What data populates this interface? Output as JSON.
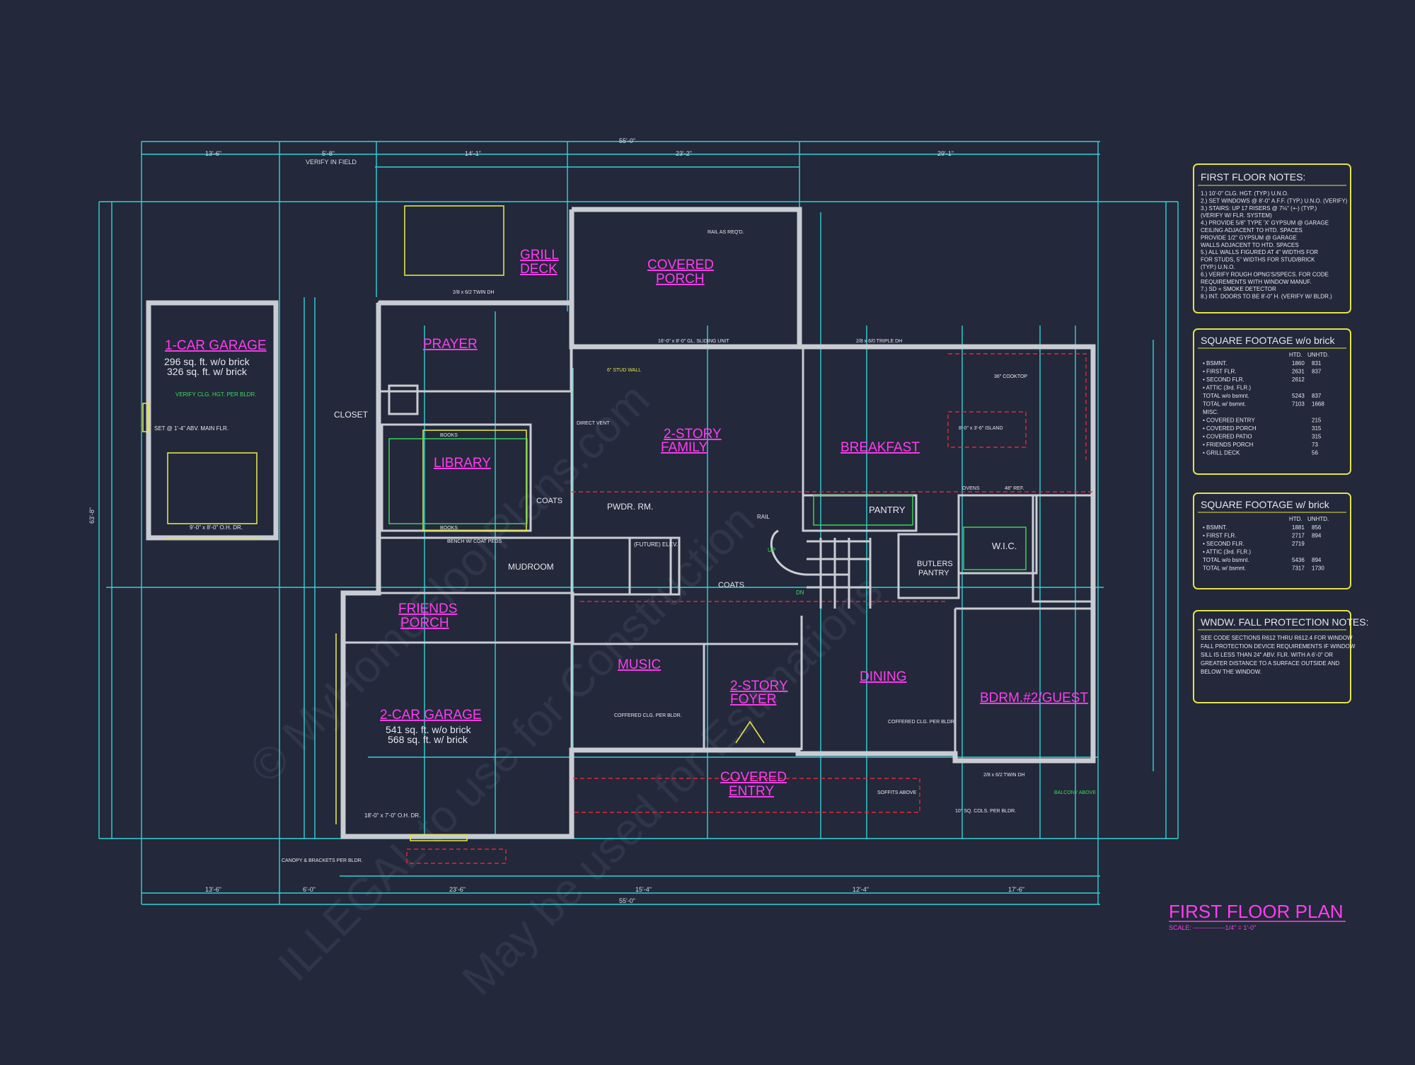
{
  "rooms": {
    "one_car_garage": "1-CAR GARAGE",
    "one_car_sqft_wo": "296 sq. ft. w/o brick",
    "one_car_sqft_w": "326 sq. ft. w/ brick",
    "prayer": "PRAYER",
    "library": "LIBRARY",
    "grill_deck_1": "GRILL",
    "grill_deck_2": "DECK",
    "covered_porch_1": "COVERED",
    "covered_porch_2": "PORCH",
    "family_1": "2-STORY",
    "family_2": "FAMILY",
    "breakfast": "BREAKFAST",
    "pantry": "PANTRY",
    "butlers_1": "BUTLERS",
    "butlers_2": "PANTRY",
    "wic": "W.I.C.",
    "pwdr": "PWDR. RM.",
    "mudroom": "MUDROOM",
    "friends_1": "FRIENDS",
    "friends_2": "PORCH",
    "two_car_garage": "2-CAR GARAGE",
    "two_car_sqft_wo": "541 sq. ft. w/o brick",
    "two_car_sqft_w": "568 sq. ft. w/ brick",
    "music": "MUSIC",
    "foyer_1": "2-STORY",
    "foyer_2": "FOYER",
    "dining": "DINING",
    "bdrm": "BDRM.#2/GUEST",
    "entry_1": "COVERED",
    "entry_2": "ENTRY"
  },
  "labels": {
    "closet": "CLOSET",
    "coats1": "COATS",
    "coats2": "COATS",
    "books1": "BOOKS",
    "books2": "BOOKS",
    "elev": "(FUTURE) ELEV.",
    "cooktop": "36\" COOKTOP",
    "island": "8'-0\" x 3'-6\" ISLAND",
    "ovens": "OVENS",
    "ref": "48\" REF.",
    "rail": "RAIL",
    "up": "UP",
    "dn": "DN",
    "verify_field": "VERIFY IN FIELD",
    "garage_door_1": "9'-0\" x 8'-0\" O.H. DR.",
    "garage_door_2": "18'-0\" x 7'-0\" O.H. DR.",
    "sliding": "16'-0\" x 8'-0\" GL. SLIDING UNIT",
    "triple": "2/8 x 6/0 TRIPLE DH",
    "twin1": "2/8 x 6/2 TWIN DH",
    "twin2": "2/8 x 6/2 TWIN DH",
    "balcony": "BALCONY ABOVE",
    "soffits": "SOFFITS ABOVE",
    "cols": "10\" SQ. COLS. PER BLDR.",
    "canopy": "CANOPY & BRACKETS PER BLDR.",
    "coffered1": "COFFERED CLG. PER BLDR.",
    "coffered2": "COFFERED CLG. PER BLDR.",
    "stud": "6\" STUD WALL",
    "rail_reqd": "RAIL AS REQ'D.",
    "verify_clg": "VERIFY CLG. HGT. PER BLDR.",
    "set_at": "SET @ 1'-4\" ABV. MAIN FLR.",
    "bench": "BENCH W/ COAT PEGS",
    "direct_vent": "DIRECT VENT"
  },
  "dims": {
    "overall": "55'-0\"",
    "d_13_6": "13'-6\"",
    "d_5_8": "5'-8\"",
    "d_14_1": "14'-1\"",
    "d_23_2": "23'-2\"",
    "d_29_1": "29'-1\"",
    "d_23_6": "23'-6\"",
    "d_15_4": "15'-4\"",
    "d_12_4": "12'-4\"",
    "d_17_6": "17'-6\"",
    "d_6_0": "6'-0\"",
    "d_63_8": "63'-8\""
  },
  "notes": {
    "title": "FIRST FLOOR NOTES:",
    "lines": [
      "1.) 10'-0\" CLG. HGT. (TYP.) U.N.O.",
      "2.) SET WINDOWS @ 8'-0\" A.F.F. (TYP.) U.N.O. (VERIFY)",
      "3.) STAIRS: UP 17 RISERS @ 7⅛\" (+-) (TYP.)",
      "(VERIFY W/ FLR. SYSTEM)",
      "4.) PROVIDE 5/8\" TYPE 'X' GYPSUM @ GARAGE",
      "CEILING ADJACENT TO HTD. SPACES",
      "PROVIDE 1/2\" GYPSUM @ GARAGE",
      "WALLS ADJACENT TO HTD. SPACES",
      "5.) ALL WALLS FIGURED AT 4\" WIDTHS FOR",
      "FOR STUDS, 5\" WIDTHS FOR STUD/BRICK",
      "(TYP.) U.N.O.",
      "6.) VERIFY ROUGH OPNG'S/SPECS. FOR CODE",
      "REQUIREMENTS WITH WINDOW MANUF.",
      "7.) SD = SMOKE DETECTOR",
      "8.) INT. DOORS TO BE 8'-0\" H. (VERIFY W/ BLDR.)"
    ]
  },
  "sqft_wo": {
    "title": "SQUARE FOOTAGE w/o brick",
    "col1": "HTD.",
    "col2": "UNHTD.",
    "rows": [
      [
        "• BSMNT.",
        "1860",
        "831"
      ],
      [
        "• FIRST FLR.",
        "2631",
        "837"
      ],
      [
        "• SECOND FLR.",
        "2612",
        ""
      ],
      [
        "• ATTIC (3rd. FLR.)",
        "",
        ""
      ],
      [
        "TOTAL w/o bsmnt.",
        "5243",
        "837"
      ],
      [
        "TOTAL w/ bsmnt.",
        "7103",
        "1668"
      ],
      [
        "MISC.",
        "",
        ""
      ],
      [
        "• COVERED ENTRY",
        "",
        "215"
      ],
      [
        "• COVERED PORCH",
        "",
        "315"
      ],
      [
        "• COVERED PATIO",
        "",
        "315"
      ],
      [
        "• FRIENDS PORCH",
        "",
        "73"
      ],
      [
        "• GRILL DECK",
        "",
        "56"
      ]
    ]
  },
  "sqft_w": {
    "title": "SQUARE FOOTAGE w/ brick",
    "col1": "HTD.",
    "col2": "UNHTD.",
    "rows": [
      [
        "• BSMNT.",
        "1881",
        "856"
      ],
      [
        "• FIRST FLR.",
        "2717",
        "894"
      ],
      [
        "• SECOND FLR.",
        "2719",
        ""
      ],
      [
        "• ATTIC (3rd. FLR.)",
        "",
        ""
      ],
      [
        "TOTAL w/o bsmnt.",
        "5436",
        "894"
      ],
      [
        "TOTAL w/ bsmnt.",
        "7317",
        "1730"
      ]
    ]
  },
  "window_notes": {
    "title": "WNDW. FALL PROTECTION NOTES:",
    "lines": [
      "SEE CODE SECTIONS R612 THRU R612.4 FOR WINDOW",
      "FALL PROTECTION DEVICE REQUIREMENTS IF WINDOW",
      "SILL IS LESS THAN 24\" ABV. FLR. WITH A 6'-0\" OR",
      "GREATER DISTANCE TO A SURFACE OUTSIDE AND",
      "BELOW THE WINDOW."
    ]
  },
  "plan_title": "FIRST FLOOR PLAN",
  "plan_scale": "SCALE: ---------------1/4\" = 1'-0\"",
  "watermark": {
    "line1": "© MyHomeFloorPlans.com",
    "line2": "ILLEGAL to use for Construction",
    "line3": "May be used for Estimations"
  },
  "colors": {
    "background": "#23283a",
    "dimension": "#2fd3d8",
    "room_label": "#ff3df0",
    "walls": "#c9ccd2",
    "panel_border": "#e3e24a"
  }
}
